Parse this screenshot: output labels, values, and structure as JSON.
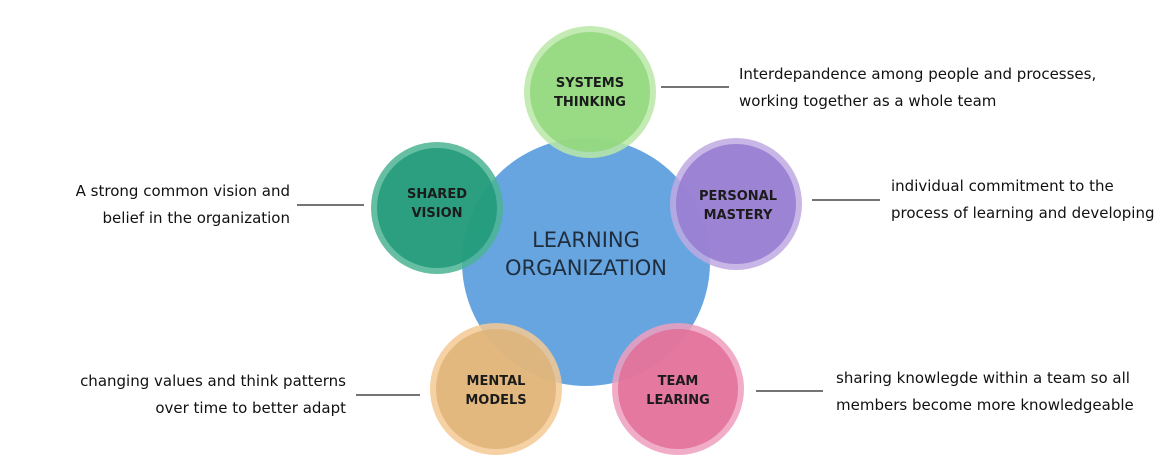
{
  "center": {
    "line1": "LEARNING",
    "line2": "ORGANIZATION",
    "color": "#5b9edf"
  },
  "nodes": [
    {
      "id": "systems-thinking",
      "line1": "SYSTEMS",
      "line2": "THINKING",
      "fill": "#8fd77a",
      "ring": "#b8e8a6",
      "desc_line1": "Interdepandence among people and processes,",
      "desc_line2": "working together as a whole team"
    },
    {
      "id": "personal-mastery",
      "line1": "PERSONAL",
      "line2": "MASTERY",
      "fill": "#9477cf",
      "ring": "#bda9e2",
      "desc_line1": "individual commitment to the",
      "desc_line2": "process of learning and developing"
    },
    {
      "id": "team-learing",
      "line1": "TEAM",
      "line2": "LEARING",
      "fill": "#e06c96",
      "ring": "#ef9fbd",
      "desc_line1": "sharing knowlegde within a team so all",
      "desc_line2": "members become more knowledgeable"
    },
    {
      "id": "mental-models",
      "line1": "MENTAL",
      "line2": "MODELS",
      "fill": "#ddb277",
      "ring": "#f5c993",
      "desc_line1": "changing values and think patterns",
      "desc_line2": "over time to better adapt"
    },
    {
      "id": "shared-vision",
      "line1": "SHARED",
      "line2": "VISION",
      "fill": "#1e9878",
      "ring": "#4bb393",
      "desc_line1": "A strong common vision and",
      "desc_line2": "belief in the organization"
    }
  ]
}
